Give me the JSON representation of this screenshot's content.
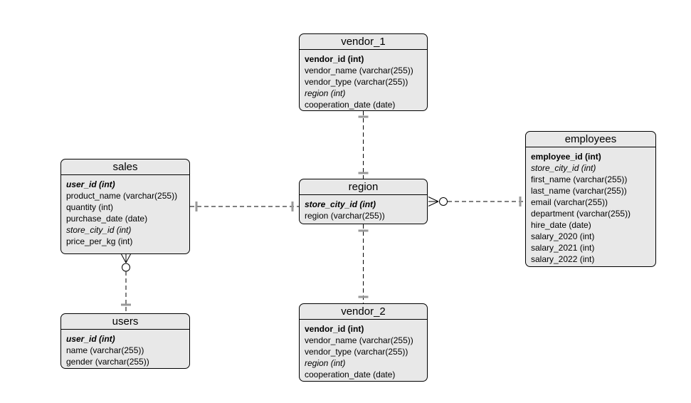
{
  "diagram": {
    "type": "entity-relationship-diagram",
    "colors": {
      "entity_fill": "#e8e8e8",
      "entity_border": "#000000",
      "edge_line": "#000000",
      "cardinality_tick": "#999999",
      "background": "#ffffff"
    },
    "entities": [
      {
        "id": "vendor_1",
        "title": "vendor_1",
        "fields": [
          {
            "text": "vendor_id (int)",
            "bold": true,
            "italic": false
          },
          {
            "text": "vendor_name (varchar(255))",
            "bold": false,
            "italic": false
          },
          {
            "text": "vendor_type (varchar(255))",
            "bold": false,
            "italic": false
          },
          {
            "text": "region (int)",
            "bold": false,
            "italic": true
          },
          {
            "text": "cooperation_date (date)",
            "bold": false,
            "italic": false
          }
        ]
      },
      {
        "id": "employees",
        "title": "employees",
        "fields": [
          {
            "text": "employee_id (int)",
            "bold": true,
            "italic": false
          },
          {
            "text": "store_city_id (int)",
            "bold": false,
            "italic": true
          },
          {
            "text": "first_name (varchar(255))",
            "bold": false,
            "italic": false
          },
          {
            "text": "last_name (varchar(255))",
            "bold": false,
            "italic": false
          },
          {
            "text": "email (varchar(255))",
            "bold": false,
            "italic": false
          },
          {
            "text": "department (varchar(255))",
            "bold": false,
            "italic": false
          },
          {
            "text": "hire_date (date)",
            "bold": false,
            "italic": false
          },
          {
            "text": "salary_2020 (int)",
            "bold": false,
            "italic": false
          },
          {
            "text": "salary_2021 (int)",
            "bold": false,
            "italic": false
          },
          {
            "text": "salary_2022 (int)",
            "bold": false,
            "italic": false
          }
        ]
      },
      {
        "id": "sales",
        "title": "sales",
        "fields": [
          {
            "text": "user_id (int)",
            "bold": true,
            "italic": true
          },
          {
            "text": "product_name (varchar(255))",
            "bold": false,
            "italic": false
          },
          {
            "text": "quantity (int)",
            "bold": false,
            "italic": false
          },
          {
            "text": "purchase_date (date)",
            "bold": false,
            "italic": false
          },
          {
            "text": "store_city_id (int)",
            "bold": false,
            "italic": true
          },
          {
            "text": "price_per_kg (int)",
            "bold": false,
            "italic": false
          }
        ]
      },
      {
        "id": "region",
        "title": "region",
        "fields": [
          {
            "text": "store_city_id (int)",
            "bold": true,
            "italic": true
          },
          {
            "text": "region (varchar(255))",
            "bold": false,
            "italic": false
          }
        ]
      },
      {
        "id": "vendor_2",
        "title": "vendor_2",
        "fields": [
          {
            "text": "vendor_id (int)",
            "bold": true,
            "italic": false
          },
          {
            "text": "vendor_name (varchar(255))",
            "bold": false,
            "italic": false
          },
          {
            "text": "vendor_type (varchar(255))",
            "bold": false,
            "italic": false
          },
          {
            "text": "region (int)",
            "bold": false,
            "italic": true
          },
          {
            "text": "cooperation_date (date)",
            "bold": false,
            "italic": false
          }
        ]
      },
      {
        "id": "users",
        "title": "users",
        "fields": [
          {
            "text": "user_id (int)",
            "bold": true,
            "italic": true
          },
          {
            "text": "name (varchar(255))",
            "bold": false,
            "italic": false
          },
          {
            "text": "gender (varchar(255))",
            "bold": false,
            "italic": false
          }
        ]
      }
    ],
    "relationships": [
      {
        "from": "vendor_1",
        "to": "region",
        "from_cardinality": "one",
        "to_cardinality": "one",
        "line_style": "dashed"
      },
      {
        "from": "sales",
        "to": "region",
        "from_cardinality": "one",
        "to_cardinality": "one",
        "line_style": "dashed"
      },
      {
        "from": "region",
        "to": "employees",
        "from_cardinality": "zero-or-many",
        "to_cardinality": "one",
        "line_style": "dashed"
      },
      {
        "from": "region",
        "to": "vendor_2",
        "from_cardinality": "one",
        "to_cardinality": "one",
        "line_style": "dashed"
      },
      {
        "from": "sales",
        "to": "users",
        "from_cardinality": "zero-or-many",
        "to_cardinality": "one",
        "line_style": "dashed"
      }
    ]
  }
}
